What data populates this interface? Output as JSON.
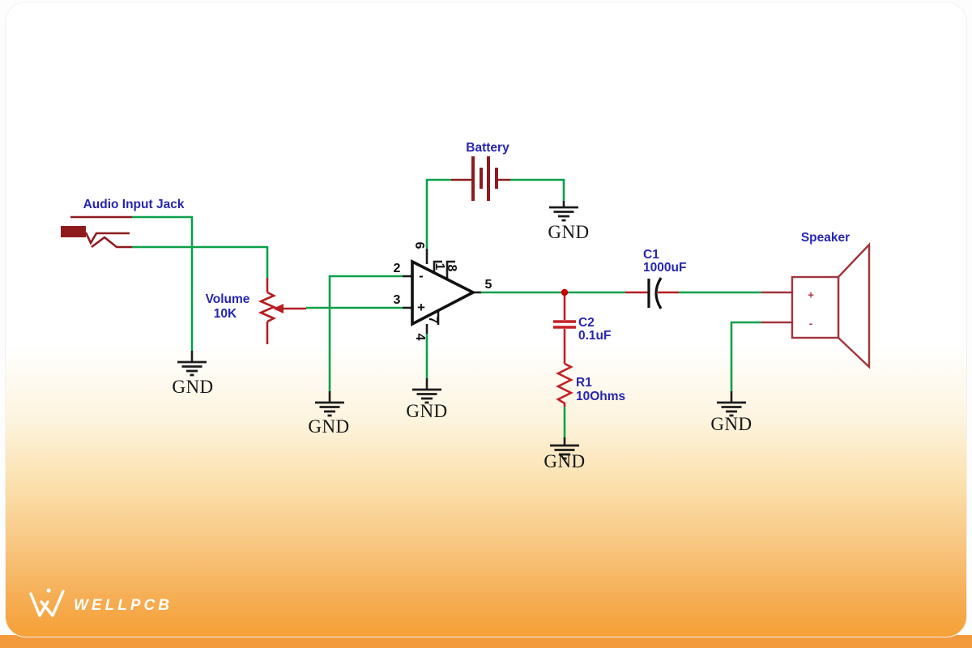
{
  "diagram": {
    "title_hint": "audio amplifier schematic",
    "audio_jack": {
      "label": "Audio Input Jack"
    },
    "volume": {
      "name": "Volume",
      "value": "10K"
    },
    "battery": {
      "label": "Battery"
    },
    "opamp": {
      "pin2": "2",
      "pin3": "3",
      "pin5": "5",
      "pin6": "6",
      "pin4": "4",
      "pin1": "1",
      "pin8": "8",
      "pin7": "7",
      "inverting_sign": "-",
      "noninverting_sign": "+"
    },
    "c1": {
      "name": "C1",
      "value": "1000uF"
    },
    "c2": {
      "name": "C2",
      "value": "0.1uF"
    },
    "r1": {
      "name": "R1",
      "value": "10Ohms"
    },
    "speaker": {
      "label": "Speaker",
      "plus": "+",
      "minus": "-"
    },
    "ground_label": "GND",
    "colors": {
      "wire_green": "#0aa04a",
      "component_red": "#c32026",
      "dark_red": "#8e1b1e",
      "speaker_maroon": "#a1353c",
      "label_blue": "#2626b0",
      "junction_red": "#cc0000",
      "background_orange": "#f5a136"
    }
  },
  "branding": {
    "logo_text": "WELLPCB"
  }
}
